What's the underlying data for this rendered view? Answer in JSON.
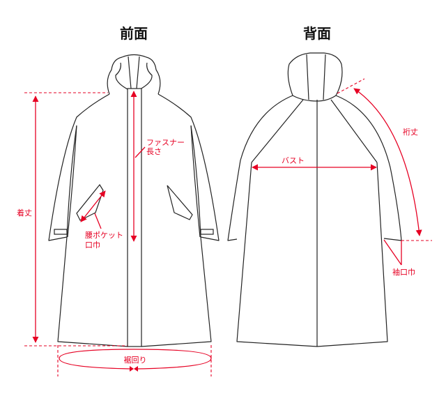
{
  "titles": {
    "front": "前面",
    "back": "背面"
  },
  "labels": {
    "length": "着丈",
    "zipper_line1": "ファスナー",
    "zipper_line2": "長さ",
    "pocket_line1": "腰ポケット",
    "pocket_line2": "口巾",
    "hem": "裾回り",
    "bust": "バスト",
    "sleeve_length": "裄丈",
    "cuff_width": "袖口巾"
  },
  "colors": {
    "measure": "#e60023",
    "outline": "#222222"
  }
}
